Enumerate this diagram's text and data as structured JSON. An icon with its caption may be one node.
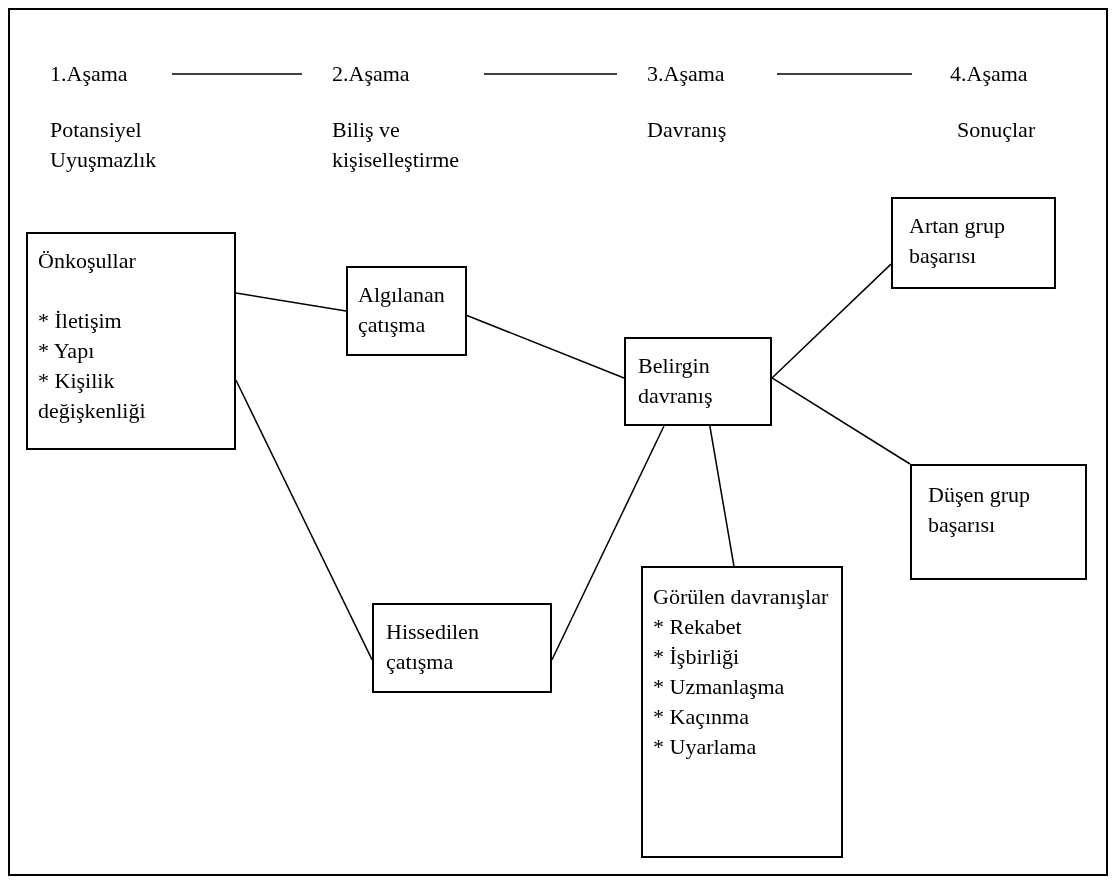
{
  "diagram": {
    "nodes": [
      {
        "text": [
          "1.Aşama"
        ]
      },
      {
        "text": [
          "2.Aşama"
        ]
      },
      {
        "text": [
          "3.Aşama"
        ]
      },
      {
        "text": [
          "4.Aşama"
        ]
      },
      {
        "text": [
          "Önkoşullar",
          "* İletişim",
          "* Yapı",
          "* Kişilik değişkenliği"
        ]
      },
      {
        "text": [
          "Algılanan çatışma"
        ]
      },
      {
        "text": [
          "Belirgin davranış"
        ]
      },
      {
        "text": [
          "Artan grup başarısı"
        ]
      },
      {
        "text": [
          "Düşen grup başarısı"
        ]
      },
      {
        "text": [
          "Hissedilen çatışma"
        ]
      },
      {
        "text": [
          "Görülen davranışlar",
          "* Rekabet",
          "* İşbirliği",
          "* Uzmanlaşma",
          "* Kaçınma",
          "* Uyarlama"
        ]
      }
    ],
    "edges": [
      {
        "from": 0,
        "to": 1,
        "arrow": "none"
      },
      {
        "from": 1,
        "to": 2,
        "arrow": "none"
      },
      {
        "from": 2,
        "to": 3,
        "arrow": "none"
      },
      {
        "from": 4,
        "to": 5,
        "arrow": "none"
      },
      {
        "from": 4,
        "to": 9,
        "arrow": "none"
      },
      {
        "from": 5,
        "to": 6,
        "arrow": "none"
      },
      {
        "from": 9,
        "to": 6,
        "arrow": "none"
      },
      {
        "from": 6,
        "to": 10,
        "arrow": "none"
      },
      {
        "from": 6,
        "to": 7,
        "arrow": "none"
      },
      {
        "from": 6,
        "to": 8,
        "arrow": "none"
      }
    ],
    "labels": [
      "Potansiyel Uyuşmazlık",
      "Biliş ve kişiselleştirme",
      "Davranış",
      "Sonuçlar"
    ]
  }
}
